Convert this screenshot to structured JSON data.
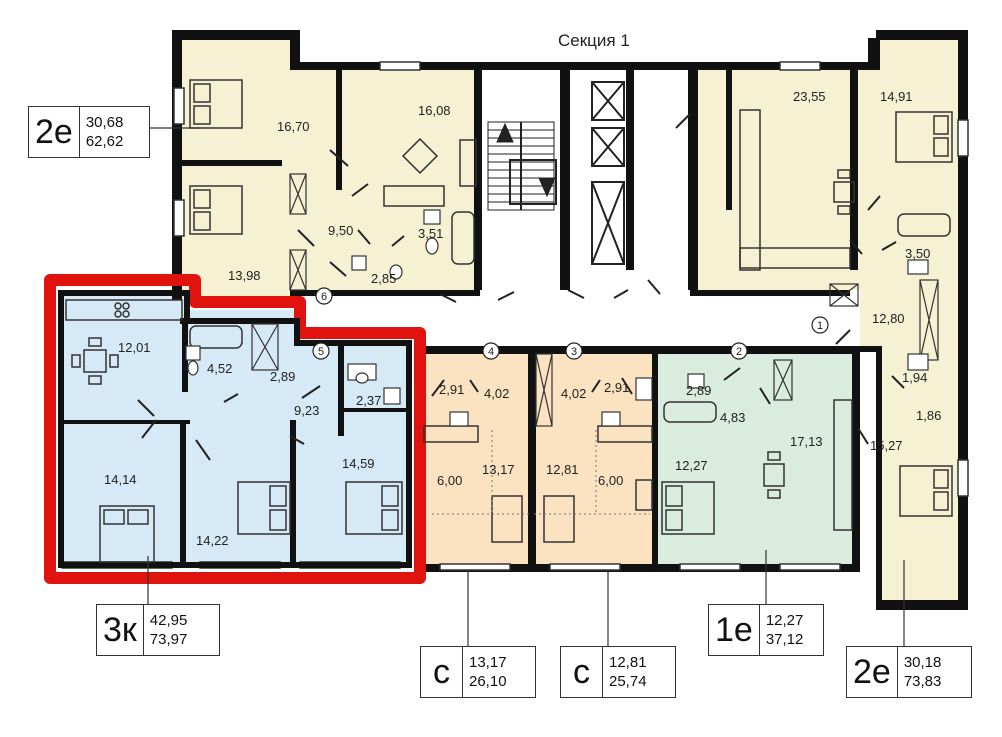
{
  "section_title": "Секция 1",
  "rooms": {
    "r1670": "16,70",
    "r1608": "16,08",
    "r2355": "23,55",
    "r1491": "14,91",
    "r950": "9,50",
    "r351": "3,51",
    "r1398": "13,98",
    "r285": "2,85",
    "r350": "3,50",
    "r1280": "12,80",
    "r1201": "12,01",
    "r452": "4,52",
    "r289a": "2,89",
    "r923": "9,23",
    "r237": "2,37",
    "r1414": "14,14",
    "r1422": "14,22",
    "r1459": "14,59",
    "r291a": "2,91",
    "r402a": "4,02",
    "r600a": "6,00",
    "r1317": "13,17",
    "r402b": "4,02",
    "r291b": "2,91",
    "r1281": "12,81",
    "r600b": "6,00",
    "r289b": "2,89",
    "r483": "4,83",
    "r1713": "17,13",
    "r1227": "12,27",
    "r194": "1,94",
    "r186": "1,86",
    "r1527": "15,27"
  },
  "markers": [
    "1",
    "2",
    "3",
    "4",
    "5",
    "6"
  ],
  "cards": {
    "c2e_top": {
      "code": "2е",
      "v1": "30,68",
      "v2": "62,62"
    },
    "c3k": {
      "code": "3к",
      "v1": "42,95",
      "v2": "73,97"
    },
    "cs1": {
      "code": "с",
      "v1": "13,17",
      "v2": "26,10"
    },
    "cs2": {
      "code": "с",
      "v1": "12,81",
      "v2": "25,74"
    },
    "c1e": {
      "code": "1е",
      "v1": "12,27",
      "v2": "37,12"
    },
    "c2e_bot": {
      "code": "2е",
      "v1": "30,18",
      "v2": "73,83"
    }
  },
  "colors": {
    "wall": "#111111",
    "cream": "#f6f1d3",
    "blue": "#d6e9f7",
    "orange": "#fbe2c1",
    "green": "#d9ecdd",
    "highlight": "#e0130f"
  }
}
